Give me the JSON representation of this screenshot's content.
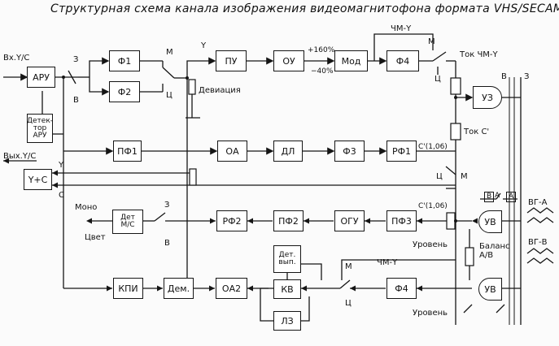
{
  "title": "Структурная схема канала изображения видеомагнитофона формата VHS/SECAM",
  "blocks": {
    "aru": "АРУ",
    "detector_aru": "Детек-\nтор\nАРУ",
    "f1": "Ф1",
    "f2": "Ф2",
    "pu": "ПУ",
    "ou": "ОУ",
    "mod": "Мод",
    "f4_top": "Ф4",
    "uz": "УЗ",
    "pf1": "ПФ1",
    "oa": "ОА",
    "dl": "ДЛ",
    "f3": "Ф3",
    "rf1": "РФ1",
    "y_plus_c": "Y+C",
    "det_ms": "Дет\nМ/С",
    "rf2": "РФ2",
    "pf2": "ПФ2",
    "ogu": "ОГУ",
    "pf3": "ПФ3",
    "uv_top": "УВ",
    "det_vyp": "Дет.\nвып.",
    "kpi": "КПИ",
    "dem": "Дем.",
    "oa2": "ОА2",
    "kv": "КВ",
    "f4_bottom": "Ф4",
    "uv_bottom": "УВ",
    "lz": "ЛЗ"
  },
  "labels": {
    "in_yc": "Вх.Y/C",
    "out_yc": "Вых.Y/C",
    "z1": "З",
    "v1": "В",
    "m1": "М",
    "c1": "Ц",
    "y1": "Y",
    "deviation": "Девиация",
    "plus160": "+160%",
    "minus40": "−40%",
    "chm_y_top": "ЧМ-Y",
    "m_top": "М",
    "c_top": "Ц",
    "tok_chm_y": "Ток ЧМ-Y",
    "v_right": "В",
    "z_right": "З",
    "tok_c": "Ток С'",
    "c106_top": "С'(1,06)",
    "c_mid": "Ц",
    "m_mid": "М",
    "y_out": "Y",
    "c_out": "С",
    "mono": "Моно",
    "color": "Цвет",
    "z2": "З",
    "v2": "В",
    "c106_bottom": "С'(1,06)",
    "level_top": "Уровень",
    "balance": "Баланс\nА/В",
    "level_bottom": "Уровень",
    "m_bottom": "М",
    "c_bottom": "Ц",
    "chm_y_bottom": "ЧМ-Y",
    "b_head": "В",
    "a_head1": "А",
    "a_head2": "А",
    "vg_a": "ВГ-А",
    "vg_b": "ВГ-В"
  }
}
